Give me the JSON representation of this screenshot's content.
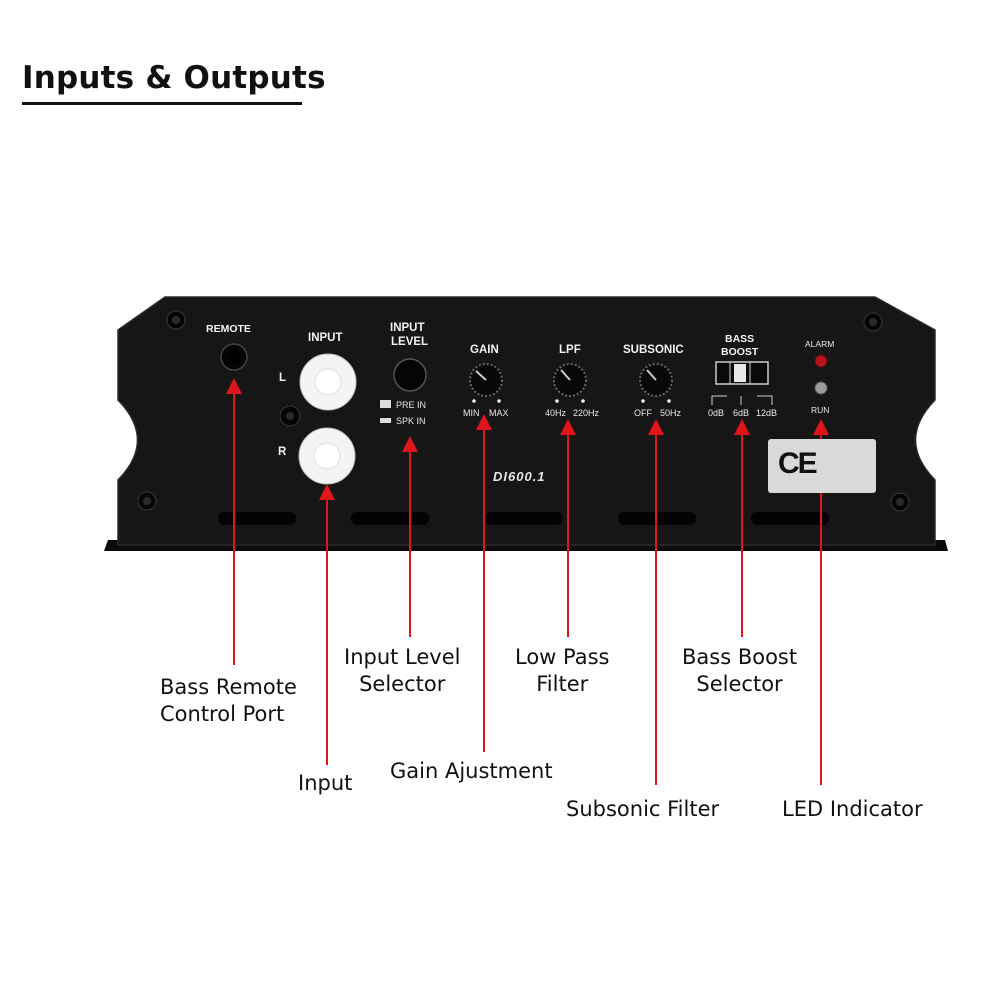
{
  "heading": "Inputs & Outputs",
  "panel": {
    "remote_label": "REMOTE",
    "input_label": "INPUT",
    "channel_l": "L",
    "channel_r": "R",
    "input_level_label_1": "INPUT",
    "input_level_label_2": "LEVEL",
    "pre_in": "PRE IN",
    "spk_in": "SPK IN",
    "gain_label": "GAIN",
    "gain_min": "MIN",
    "gain_max": "MAX",
    "lpf_label": "LPF",
    "lpf_min": "40Hz",
    "lpf_max": "220Hz",
    "subsonic_label": "SUBSONIC",
    "subsonic_min": "OFF",
    "subsonic_max": "50Hz",
    "bass_boost_label_1": "BASS",
    "bass_boost_label_2": "BOOST",
    "boost_0": "0dB",
    "boost_6": "6dB",
    "boost_12": "12dB",
    "alarm_label": "ALARM",
    "run_label": "RUN",
    "model": "DI600.1",
    "ce_mark": "CE"
  },
  "callouts": {
    "remote_1": "Bass Remote",
    "remote_2": "Control Port",
    "input": "Input",
    "input_level_1": "Input Level",
    "input_level_2": "Selector",
    "gain": "Gain Ajustment",
    "lpf_1": "Low Pass",
    "lpf_2": "Filter",
    "subsonic": "Subsonic Filter",
    "bass_boost_1": "Bass Boost",
    "bass_boost_2": "Selector",
    "led": "LED Indicator"
  },
  "colors": {
    "panel": "#141414",
    "arrow": "#e0141b",
    "text": "#111111"
  }
}
